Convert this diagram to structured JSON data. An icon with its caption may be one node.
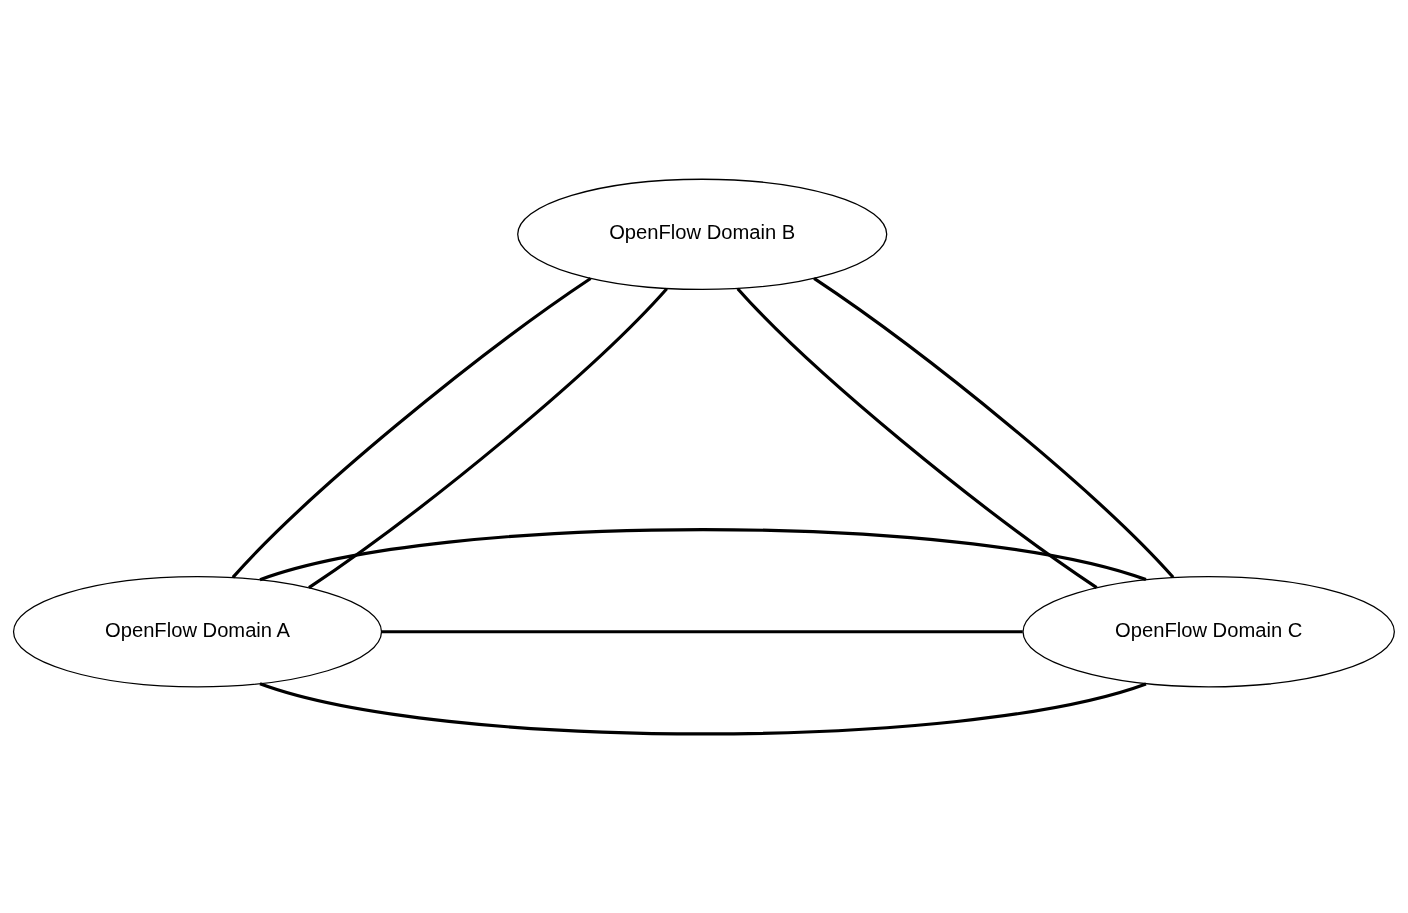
{
  "diagram": {
    "nodes": [
      {
        "text": [
          "OpenFlow Domain A"
        ]
      },
      {
        "text": [
          "OpenFlow Domain B"
        ]
      },
      {
        "text": [
          "OpenFlow Domain C"
        ]
      }
    ],
    "edges": [
      {
        "from": 0,
        "to": 1,
        "arrow": "none"
      },
      {
        "from": 0,
        "to": 1,
        "arrow": "none"
      },
      {
        "from": 0,
        "to": 2,
        "arrow": "none"
      },
      {
        "from": 0,
        "to": 2,
        "arrow": "none"
      },
      {
        "from": 0,
        "to": 2,
        "arrow": "none"
      },
      {
        "from": 1,
        "to": 2,
        "arrow": "none"
      },
      {
        "from": 1,
        "to": 2,
        "arrow": "none"
      }
    ]
  }
}
